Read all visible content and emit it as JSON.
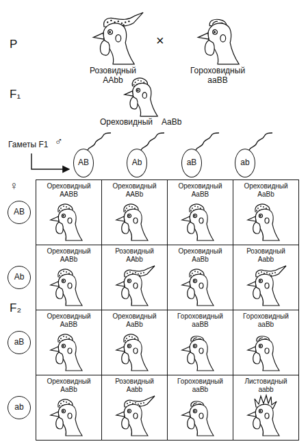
{
  "diagram": {
    "nodes": [
      {
        "text": [
          "AB"
        ]
      },
      {
        "text": [
          "Ab"
        ]
      },
      {
        "text": [
          "aB"
        ]
      },
      {
        "text": [
          "ab"
        ]
      },
      {
        "text": [
          "AB"
        ]
      },
      {
        "text": [
          "Ореховидный",
          "AABB"
        ]
      },
      {
        "text": [
          "Ореховидный",
          "AABb"
        ]
      },
      {
        "text": [
          "Ореховидный",
          "AaBB"
        ]
      },
      {
        "text": [
          "Ореховидный",
          "AaBb"
        ]
      },
      {
        "text": [
          "Ab"
        ]
      },
      {
        "text": [
          "Ореховидный",
          "AABb"
        ]
      },
      {
        "text": [
          "Розовидный",
          "AAbb"
        ]
      },
      {
        "text": [
          "Ореховидный",
          "AaBb"
        ]
      },
      {
        "text": [
          "Розовидный",
          "Aabb"
        ]
      },
      {
        "text": [
          "aB"
        ]
      },
      {
        "text": [
          "Ореховидный",
          "AaBB"
        ]
      },
      {
        "text": [
          "Ореховидный",
          "AaBb"
        ]
      },
      {
        "text": [
          "Гороховидный",
          "aaBB"
        ]
      },
      {
        "text": [
          "Гороховидный",
          "aaBb"
        ]
      },
      {
        "text": [
          "ab"
        ]
      },
      {
        "text": [
          "Ореховидный",
          "AaBb"
        ]
      },
      {
        "text": [
          "Розовидный",
          "Aabb"
        ]
      },
      {
        "text": [
          "Гороховидный",
          "aaBb"
        ]
      },
      {
        "text": [
          "Листовидный",
          "aabb"
        ]
      }
    ],
    "labels": [
      "P",
      "Розовидный",
      "AAbb",
      "×",
      "Гороховидный",
      "aaBB",
      "F₁",
      "Ореховидный",
      "AaBb",
      "Гаметы F1",
      "♂",
      "♀",
      "F₂"
    ]
  }
}
